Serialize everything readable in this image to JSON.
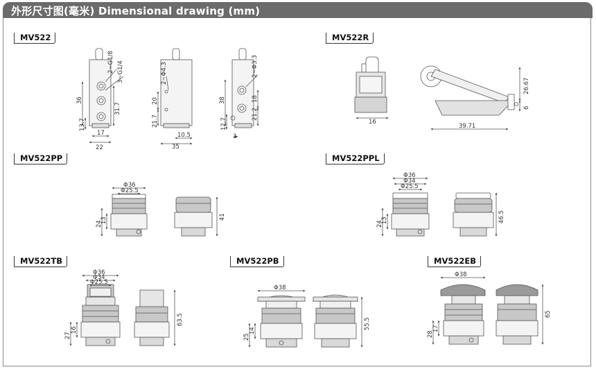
{
  "header": {
    "title": "外形尺寸图(毫米) Dimensional drawing (mm)"
  },
  "models": [
    {
      "id": "mv522",
      "label": "MV522"
    },
    {
      "id": "mv522r",
      "label": "MV522R"
    },
    {
      "id": "mv522pp",
      "label": "MV522PP"
    },
    {
      "id": "mv522ppl",
      "label": "MV522PPL"
    },
    {
      "id": "mv522tb",
      "label": "MV522TB"
    },
    {
      "id": "mv522pb",
      "label": "MV522PB"
    },
    {
      "id": "mv522eb",
      "label": "MV522EB"
    }
  ],
  "dims": {
    "mv522": {
      "port_a": "2~G1/8",
      "port_b": "3~G1/4",
      "d36": "36",
      "d13_7": "13.7",
      "d31_7": "31.7",
      "d17": "17",
      "d22": "22",
      "hole": "2~Φ4.3",
      "d20": "20",
      "d21_7": "21.7",
      "d10_5": "10.5",
      "d35": "35",
      "hole2": "2~Φ3.3",
      "d38": "38",
      "d18": "18",
      "d21_2": "21.2",
      "d12_7": "12.7",
      "d3": "3"
    },
    "mv522r": {
      "d16": "16",
      "d26_67": "26.67",
      "d6": "6",
      "d39_71": "39.71"
    },
    "mv522pp": {
      "phi36": "Φ36",
      "phi25_5": "Φ25.5",
      "d24": "24",
      "d13": "13",
      "d41": "41"
    },
    "mv522ppl": {
      "phi36": "Φ36",
      "phi34": "Φ34",
      "phi25_5": "Φ25.5",
      "d24": "24",
      "d13": "13",
      "d46_5": "46.5"
    },
    "mv522tb": {
      "phi36": "Φ36",
      "phi34": "Φ34",
      "phi25_5": "Φ25.5",
      "d27": "27",
      "d16": "16",
      "d63_5": "63.5"
    },
    "mv522pb": {
      "phi38": "Φ38",
      "d25": "25",
      "d14": "14",
      "d55_5": "55.5"
    },
    "mv522eb": {
      "phi38": "Φ38",
      "d28": "28",
      "d17": "17",
      "d65": "65"
    }
  },
  "colors": {
    "header_bg": "#6b6b6b",
    "line": "#555555",
    "body_fill": "#d9d9d9",
    "dark_fill": "#9a9a9a"
  }
}
